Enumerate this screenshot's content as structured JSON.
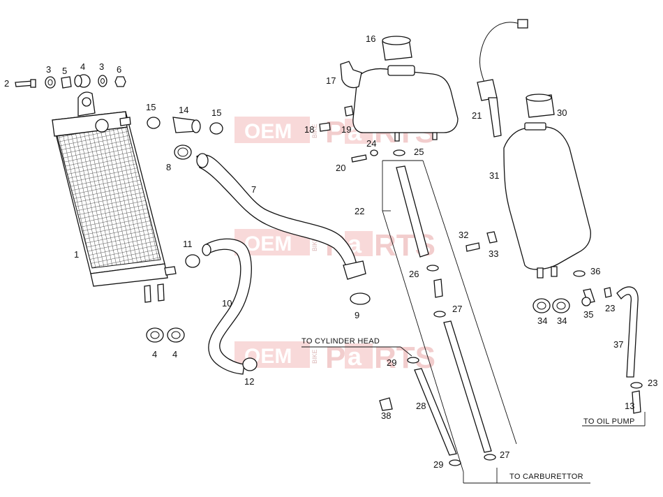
{
  "diagram": {
    "callouts": [
      "1",
      "2",
      "3",
      "4",
      "5",
      "3",
      "6",
      "15",
      "14",
      "15",
      "8",
      "7",
      "11",
      "10",
      "9",
      "12",
      "4",
      "4",
      "16",
      "17",
      "18",
      "19",
      "24",
      "25",
      "20",
      "22",
      "32",
      "33",
      "26",
      "27",
      "29",
      "28",
      "38",
      "29",
      "27",
      "21",
      "30",
      "31",
      "36",
      "34",
      "34",
      "35",
      "23",
      "37",
      "23",
      "13"
    ],
    "notes": {
      "cylinder_head": "TO CYLINDER HEAD",
      "oil_pump": "TO OIL PUMP",
      "carburettor": "TO CARBURETTOR"
    },
    "watermark": {
      "oem": "OEM",
      "bike": "BIKE",
      "parts_p": "P",
      "parts_a": "a",
      "parts_rts": "RTS"
    }
  }
}
